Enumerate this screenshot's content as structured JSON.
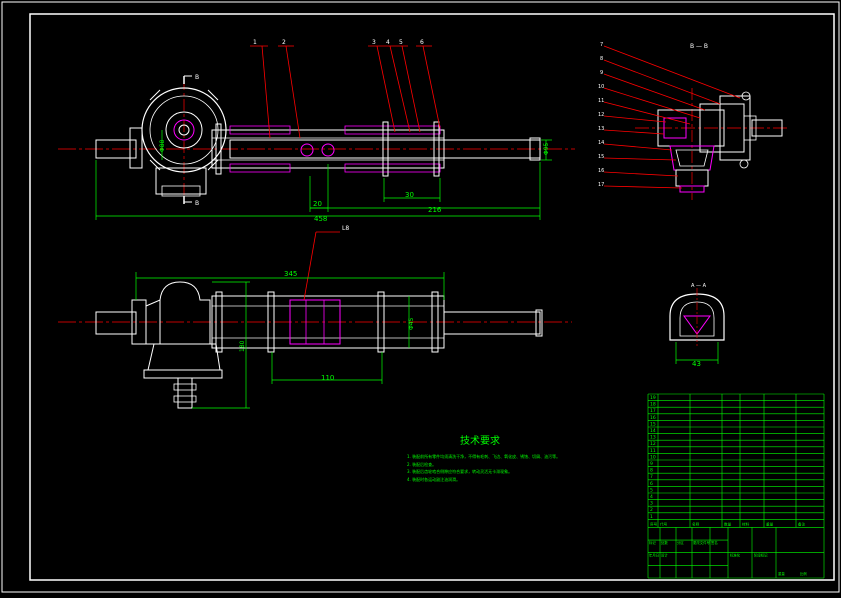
{
  "colors": {
    "background": "#000000",
    "frame": "#ffffff",
    "centerline": "#ff0000",
    "leader": "#ff0000",
    "dimension": "#00ff00",
    "geometry": "#ffffff",
    "hatch": "#ff00ff",
    "table": "#00ff00"
  },
  "top_view": {
    "part_labels": [
      "1",
      "2",
      "3",
      "4",
      "5",
      "6"
    ],
    "section_marks": [
      "B",
      "B"
    ],
    "dims": {
      "overall": "458",
      "inner": "216",
      "short": "30",
      "left_small": "20",
      "diameter": "Φ95",
      "housing_height": "Φ88"
    }
  },
  "section_view": {
    "title": "B — B",
    "part_labels": [
      "7",
      "8",
      "9",
      "10",
      "11",
      "12",
      "13",
      "14",
      "15",
      "16",
      "17"
    ]
  },
  "front_view": {
    "part_label": "L8",
    "dims": {
      "overall": "345",
      "bearing_span": "110",
      "height": "180",
      "diameter": "Φ45"
    }
  },
  "detail_view": {
    "title": "A — A",
    "dim": "43"
  },
  "tech_requirements": {
    "title": "技术要求",
    "items": [
      "1. 装配前所有零件均须清洗干净，不得有毛刺、飞边、氧化皮、锈蚀、切屑、油污等。",
      "2. 装配后检查。",
      "3. 装配后齿轮啮合侧隙应符合要求，转动灵活无卡滞现象。",
      "4. 装配时各运动副注油润滑。"
    ]
  },
  "title_block": {
    "row_numbers": [
      "19",
      "18",
      "17",
      "16",
      "15",
      "14",
      "13",
      "12",
      "11",
      "10",
      "9",
      "8",
      "7",
      "6",
      "5",
      "4",
      "3",
      "2",
      "1"
    ],
    "header_cells": [
      "序号",
      "代号",
      "名称",
      "数量",
      "材料",
      "重量",
      "备注"
    ],
    "bottom_cells": [
      "标记",
      "处数",
      "分区",
      "更改文件号",
      "签名",
      "年月日",
      "设计",
      "标准化",
      "阶段标记",
      "重量",
      "比例"
    ]
  }
}
